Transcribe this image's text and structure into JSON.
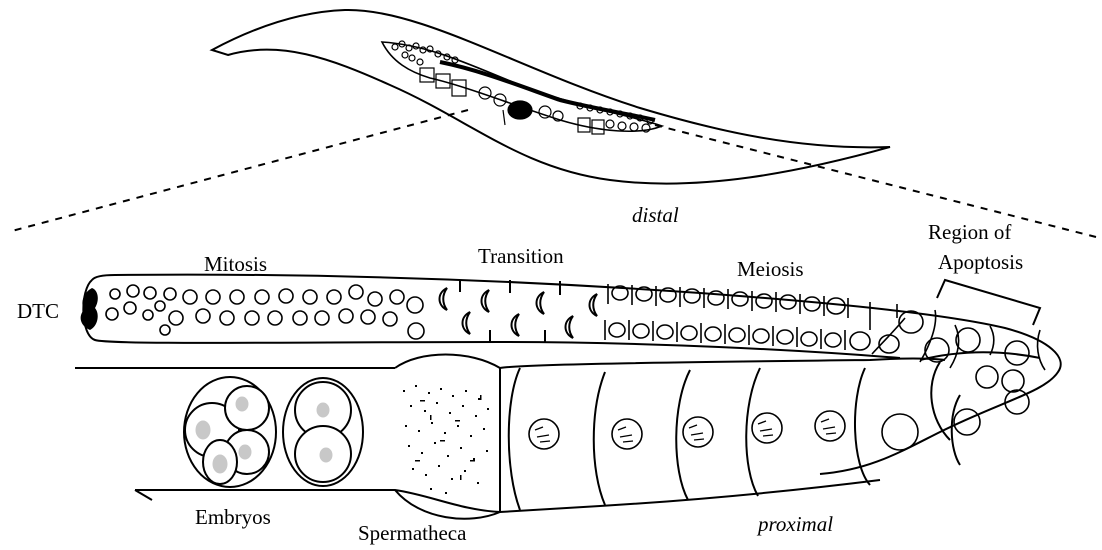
{
  "labels": {
    "dtc": "DTC",
    "mitosis": "Mitosis",
    "transition": "Transition",
    "meiosis": "Meiosis",
    "apoptosis_line1": "Region of",
    "apoptosis_line2": "Apoptosis",
    "distal": "distal",
    "proximal": "proximal",
    "embryos": "Embryos",
    "spermatheca": "Spermatheca"
  },
  "colors": {
    "ink": "#000000",
    "nucleus_fill": "#c8c8c8",
    "dtc_fill": "#000000"
  }
}
